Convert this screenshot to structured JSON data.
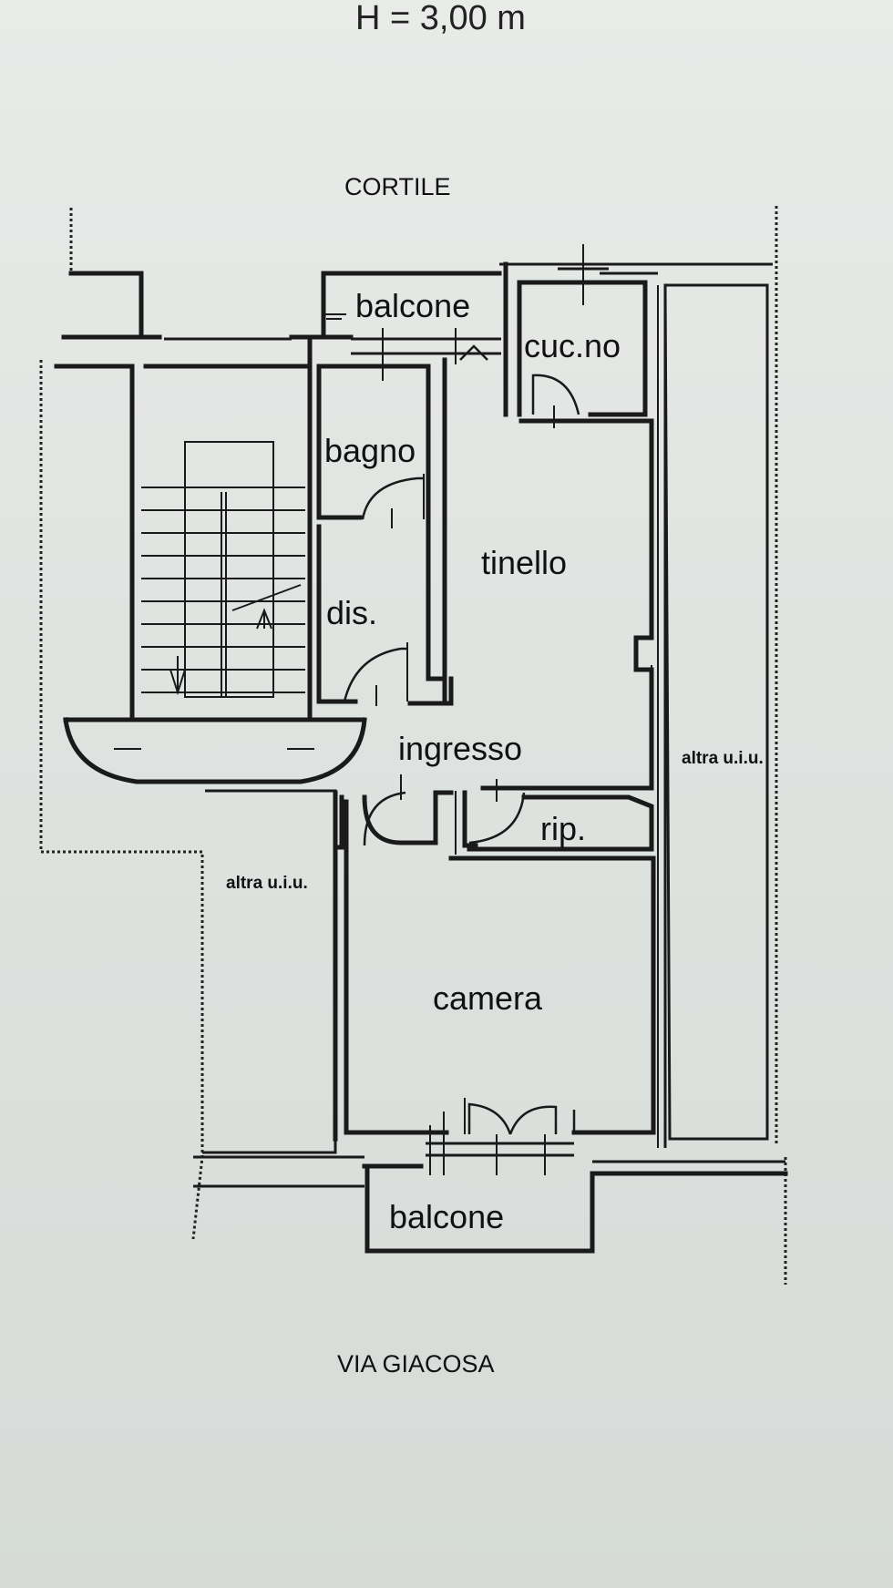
{
  "header": {
    "height": "H = 3,00 m"
  },
  "surroundings": {
    "top": "CORTILE",
    "bottom": "VIA GIACOSA"
  },
  "rooms": {
    "balcone_top": "balcone",
    "cucinino": "cuc.no",
    "bagno": "bagno",
    "disimpegno": "dis.",
    "tinello": "tinello",
    "ingresso": "ingresso",
    "ripostiglio": "rip.",
    "camera": "camera",
    "balcone_bottom": "balcone"
  },
  "neighbors": {
    "right": "altra u.i.u.",
    "left": "altra u.i.u."
  }
}
